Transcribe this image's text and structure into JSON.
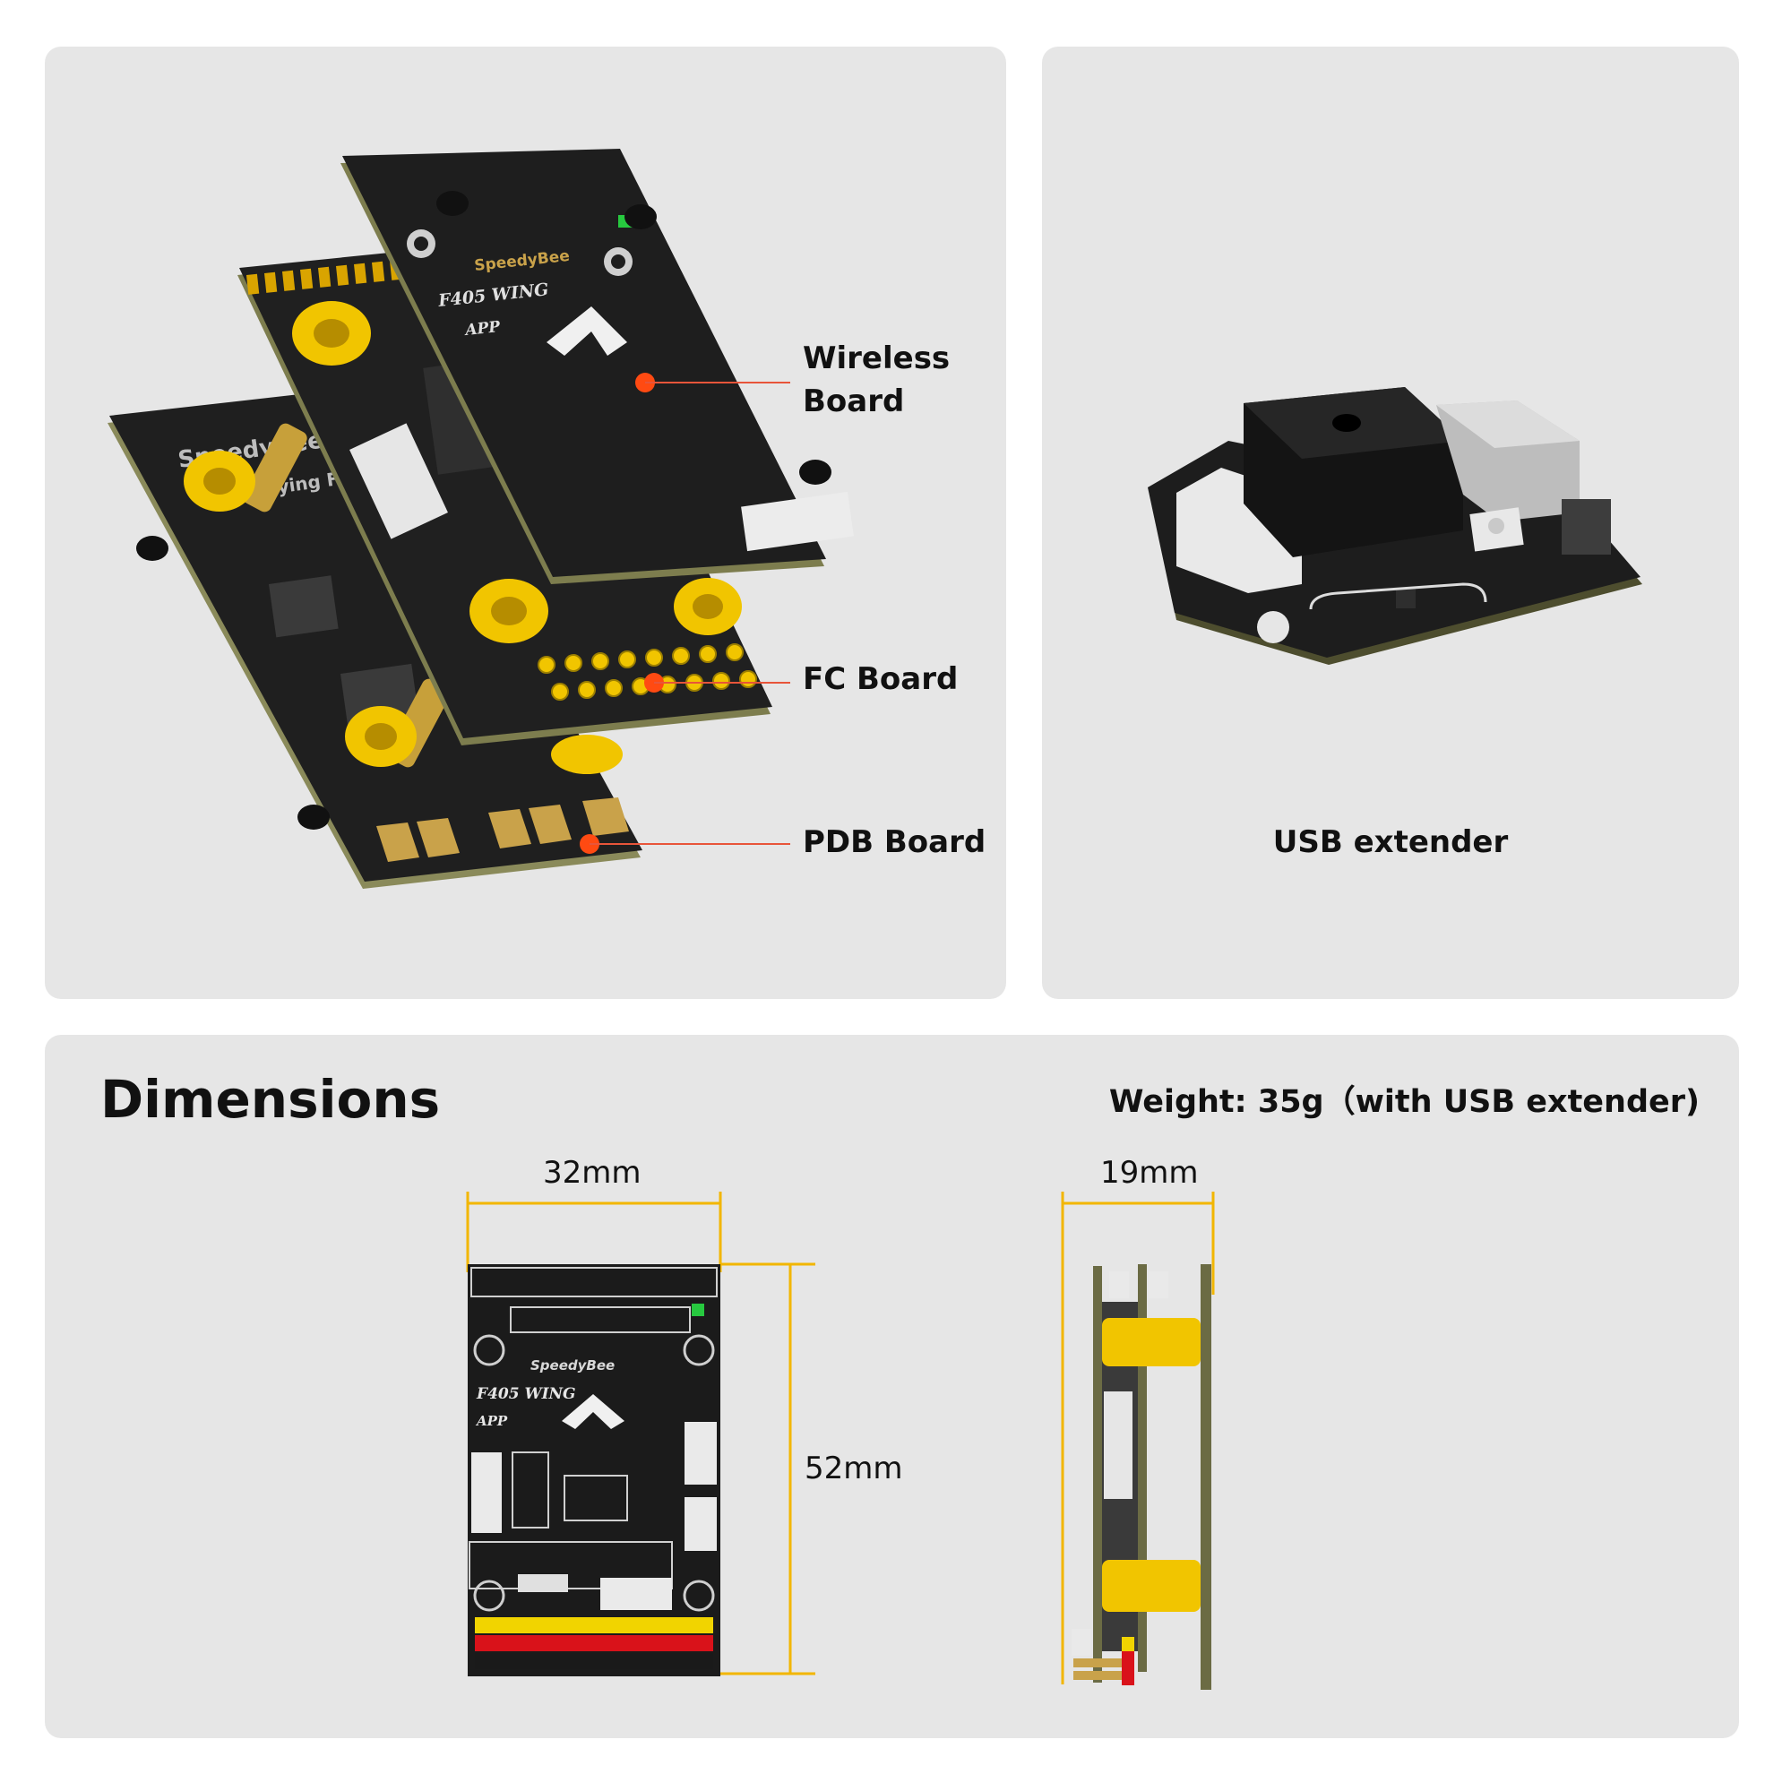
{
  "top_left": {
    "labels": {
      "wireless": "Wireless\nBoard",
      "fc": "FC Board",
      "pdb": "PDB Board"
    },
    "board_text": {
      "brand": "SpeedyBee",
      "model": "F405 WING",
      "app": "APP",
      "unifying": "Unifying FPV"
    }
  },
  "top_right": {
    "label": "USB extender"
  },
  "dimensions": {
    "title": "Dimensions",
    "weight": "Weight:  35g（with USB extender)",
    "width": "32mm",
    "height": "52mm",
    "thickness": "19mm",
    "board_text": {
      "brand": "SpeedyBee",
      "model": "F405 WING",
      "app": "APP"
    }
  },
  "colors": {
    "panel": "#e6e6e6",
    "accent": "#f2b600",
    "callout": "#ff4a12",
    "pcb": "#1c1c1c",
    "standoff": "#f1c500"
  }
}
